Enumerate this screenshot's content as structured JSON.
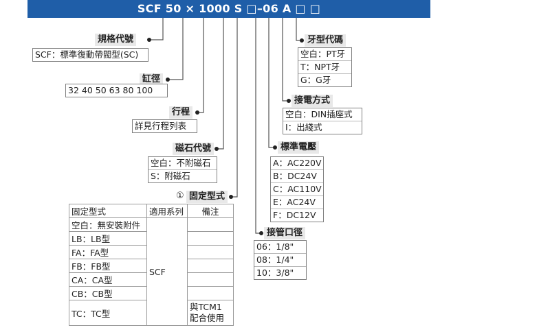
{
  "header": {
    "code": "SCF 50 × 1000 S □–06 A □ □"
  },
  "spec_code": {
    "title": "規格代號",
    "items": [
      "SCF：標準復動帶閥型(SC)"
    ]
  },
  "bore": {
    "title": "缸徑",
    "items": [
      "32  40  50  63  80  100"
    ]
  },
  "stroke": {
    "title": "行程",
    "items": [
      "詳見行程列表"
    ]
  },
  "magnet": {
    "title": "磁石代號",
    "items": [
      "空白：不附磁石",
      "S：附磁石"
    ]
  },
  "mount": {
    "marker": "①",
    "title": "固定型式",
    "headers": [
      "固定型式",
      "適用系列",
      "備注"
    ],
    "rows": [
      "空白：無安裝附件",
      "LB：LB型",
      "FA：FA型",
      "FB：FB型",
      "CA：CA型",
      "CB：CB型",
      "TC：TC型"
    ],
    "series": "SCF",
    "note": "與TCM1\n配合使用"
  },
  "port": {
    "title": "接管口徑",
    "items": [
      "06：1/8\"",
      "08：1/4\"",
      "10：3/8\""
    ]
  },
  "voltage": {
    "title": "標準電壓",
    "items": [
      "A：AC220V",
      "B：DC24V",
      "C：AC110V",
      "E：AC24V",
      "F：DC12V"
    ]
  },
  "wiring": {
    "title": "接電方式",
    "items": [
      "空白：DIN插座式",
      "I：出綫式"
    ]
  },
  "thread": {
    "title": "牙型代碼",
    "items": [
      "空白：PT牙",
      "T：NPT牙",
      "G：G牙"
    ]
  }
}
